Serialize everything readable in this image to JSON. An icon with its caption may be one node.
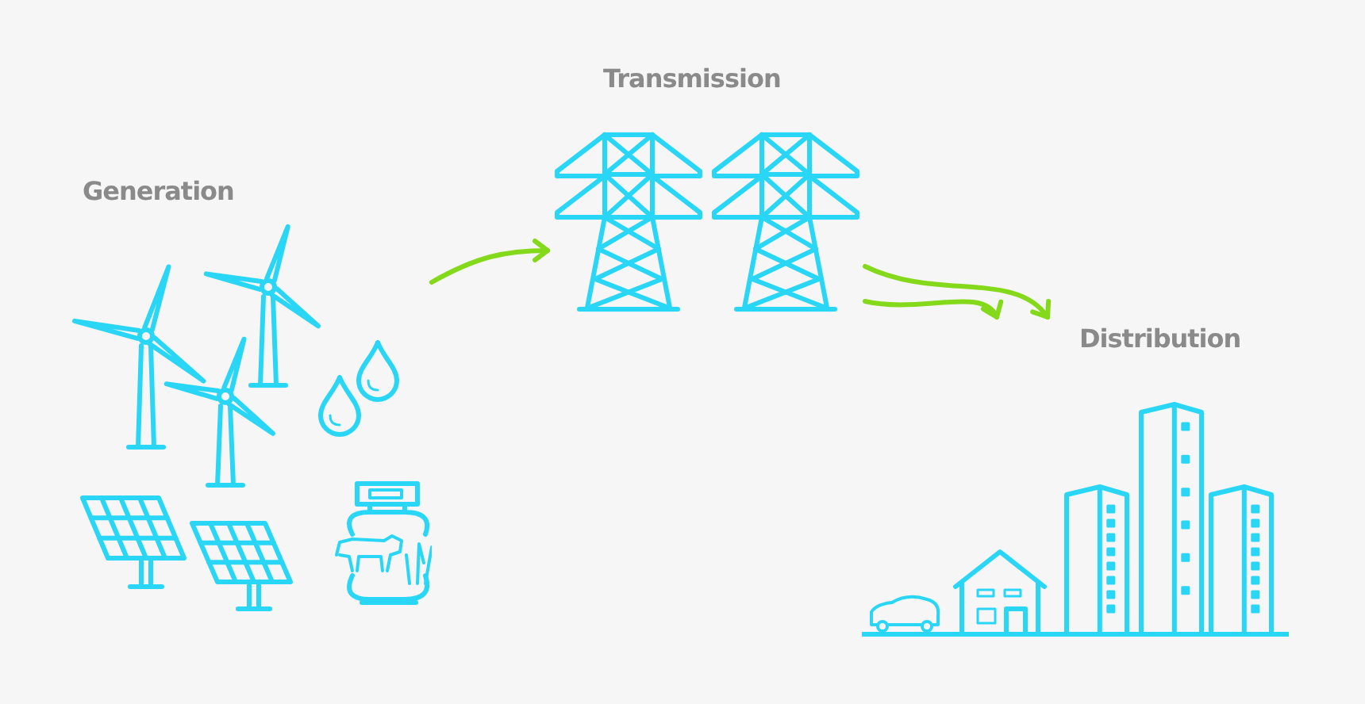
{
  "diagram": {
    "nodes": [
      {
        "text": [
          "Generation"
        ]
      },
      {
        "text": [
          "Transmission"
        ]
      },
      {
        "text": [
          "Distribution"
        ]
      }
    ],
    "edges": [
      {
        "from": 0,
        "to": 1,
        "arrow": "to"
      },
      {
        "from": 1,
        "to": 2,
        "arrow": "to"
      },
      {
        "from": 1,
        "to": 2,
        "arrow": "to"
      }
    ]
  }
}
